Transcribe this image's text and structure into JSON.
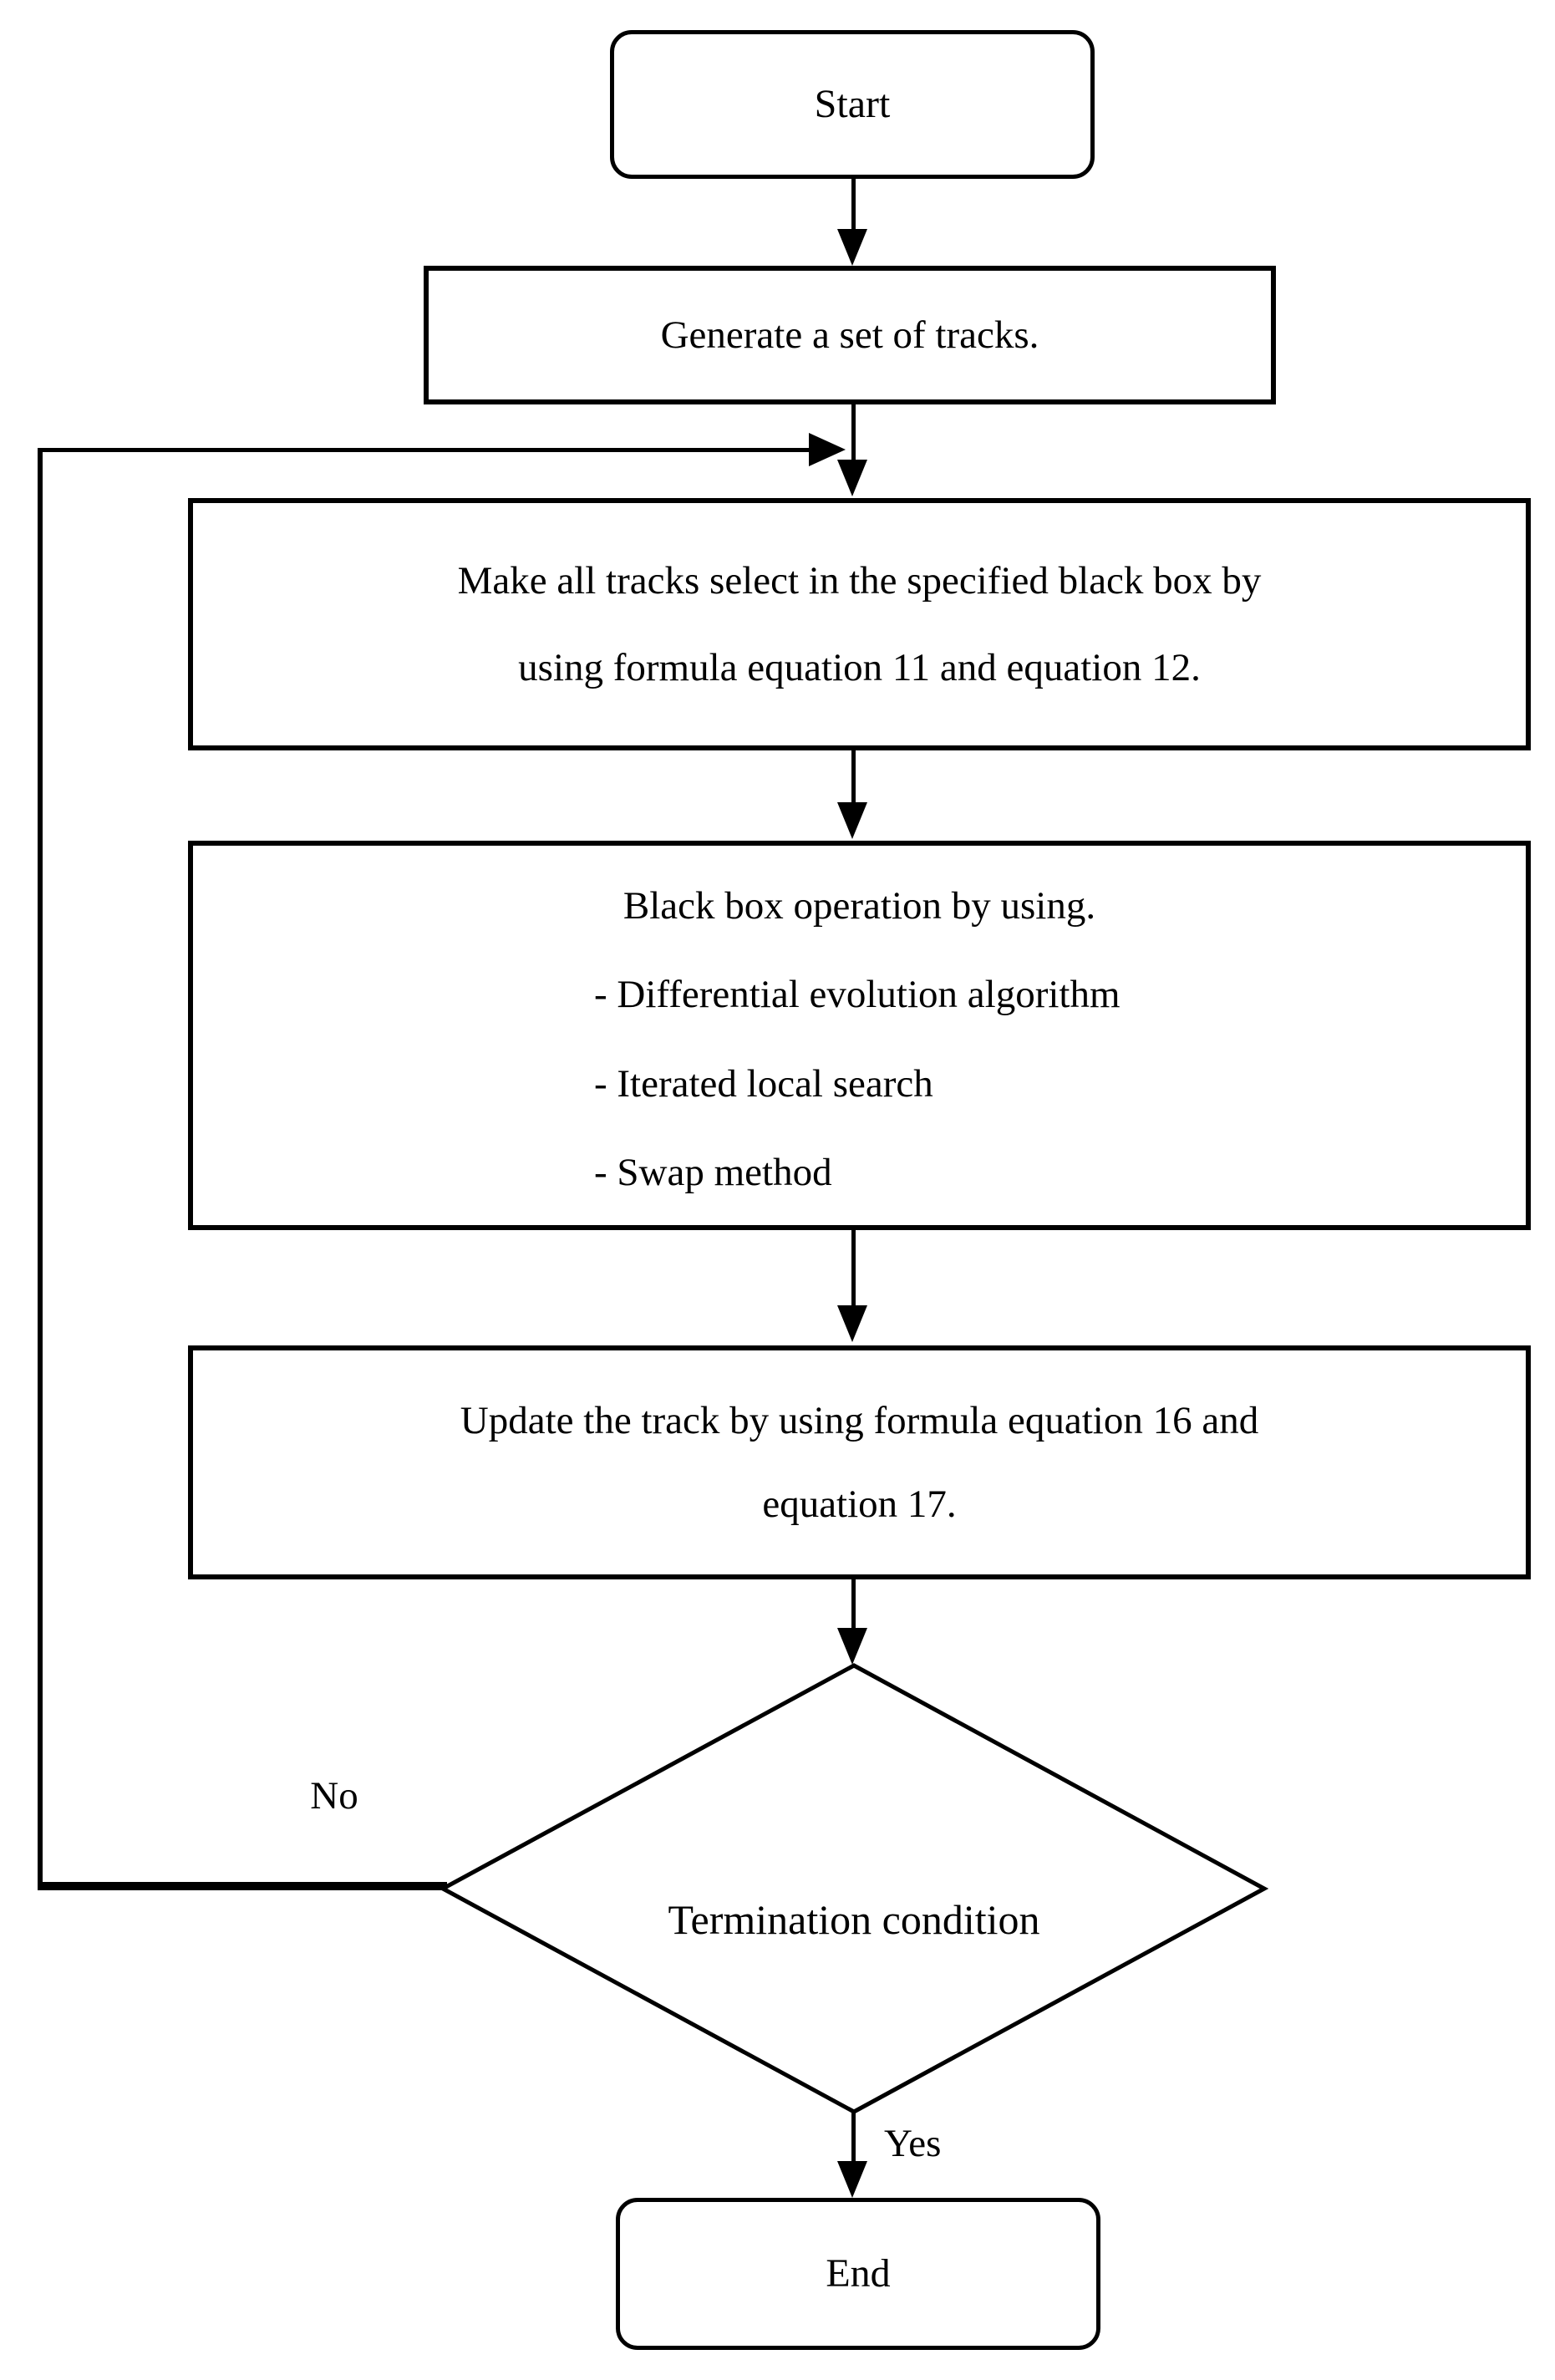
{
  "flowchart": {
    "nodes": {
      "start": {
        "label": "Start"
      },
      "generate": {
        "label": "Generate a set of tracks."
      },
      "make_tracks": {
        "lines": [
          "Make all tracks select in the specified black box by",
          "using formula equation 11 and equation 12."
        ]
      },
      "black_box": {
        "title": "Black box operation by using.",
        "bullets": [
          "- Differential evolution algorithm",
          "- Iterated local search",
          "- Swap method"
        ]
      },
      "update_track": {
        "lines": [
          "Update the track by using formula equation 16 and",
          "equation 17."
        ]
      },
      "termination": {
        "label": "Termination condition"
      },
      "end": {
        "label": "End"
      }
    },
    "branch_labels": {
      "no": "No",
      "yes": "Yes"
    },
    "colors": {
      "background": "#ffffff",
      "stroke": "#000000",
      "text": "#000000"
    }
  }
}
